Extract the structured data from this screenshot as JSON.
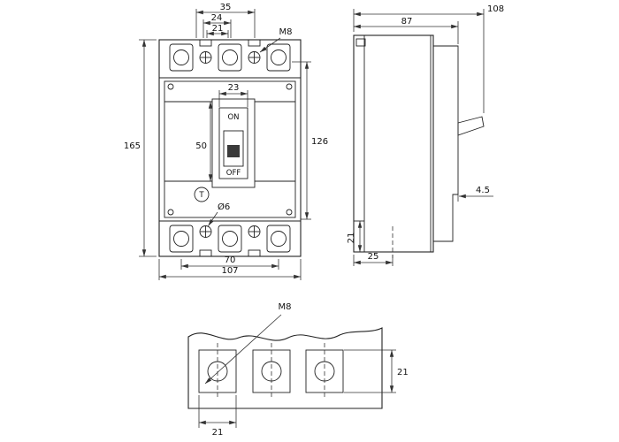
{
  "drawing_type": "molded-case-circuit-breaker-outline-dimensions",
  "front_view": {
    "dims": {
      "terminal_span": "35",
      "terminal_width": "24",
      "terminal_hole_offset": "21",
      "overall_height": "165",
      "face_height": "50",
      "switch_width": "23",
      "mounting_height": "126",
      "terminal_pitch": "70",
      "overall_width": "107"
    },
    "labels": {
      "screw_thread": "M8",
      "on": "ON",
      "off": "OFF",
      "trip_button": "T",
      "hole_dia": "Ø6"
    }
  },
  "side_view": {
    "dims": {
      "overall_depth": "108",
      "body_depth": "87",
      "panel_step": "4.5",
      "foot_height": "21",
      "hole_offset": "25"
    }
  },
  "mounting_detail": {
    "labels": {
      "thread": "M8"
    },
    "dims": {
      "pad_height": "21",
      "pad_width": "21"
    }
  }
}
